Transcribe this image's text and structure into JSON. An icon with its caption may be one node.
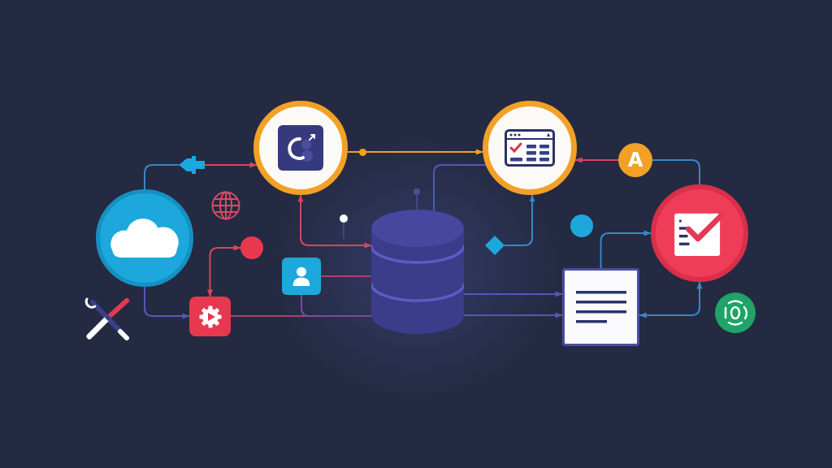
{
  "diagram": {
    "nodes": [
      {
        "text": [],
        "shape": "circle"
      },
      {
        "text": [],
        "shape": "circle"
      },
      {
        "text": [],
        "shape": "picture"
      },
      {
        "text": [],
        "shape": "box"
      },
      {
        "text": [],
        "shape": "circle"
      },
      {
        "text": [],
        "shape": "box"
      },
      {
        "text": [],
        "shape": "cylinder"
      },
      {
        "text": [],
        "shape": "circle"
      },
      {
        "text": [],
        "shape": "diamond"
      },
      {
        "text": [],
        "shape": "box"
      },
      {
        "text": [],
        "shape": "circle"
      },
      {
        "text": [
          "A"
        ]
      }
    ],
    "edges": [
      {
        "from": 0,
        "to": 2,
        "arrow": "none"
      },
      {
        "from": 2,
        "to": 1,
        "arrow": "to",
        "color": "#d6455e"
      },
      {
        "from": 0,
        "to": 3,
        "arrow": "to",
        "color": "#5a56b8"
      },
      {
        "from": 3,
        "to": 4,
        "arrow": "both",
        "color": "#d6455e"
      },
      {
        "from": 1,
        "to": 6,
        "arrow": "both",
        "color": "#d6455e"
      },
      {
        "from": 5,
        "to": 6,
        "arrow": "none",
        "color": "#a8436f"
      },
      {
        "from": 3,
        "to": 6,
        "arrow": "none",
        "color": "#a8436f"
      },
      {
        "from": 5,
        "to": 6,
        "arrow": "none",
        "color": "#7a4a9e"
      },
      {
        "from": 1,
        "to": 7,
        "arrow": "to",
        "color": "#f2a126"
      },
      {
        "from": 6,
        "to": 7,
        "arrow": "none",
        "color": "#5058bb"
      },
      {
        "from": 8,
        "to": 7,
        "arrow": "to"
      },
      {
        "from": 6,
        "to": 9,
        "arrow": "to",
        "color": "#5058bb"
      },
      {
        "from": 6,
        "to": 9,
        "arrow": "to",
        "color": "#5058bb"
      },
      {
        "from": 9,
        "to": 10,
        "arrow": "to"
      },
      {
        "from": 10,
        "to": 11,
        "arrow": "none"
      },
      {
        "from": 11,
        "to": 7,
        "arrow": "to",
        "color": "#d6455e"
      },
      {
        "from": 10,
        "to": 9,
        "arrow": "both"
      }
    ]
  }
}
